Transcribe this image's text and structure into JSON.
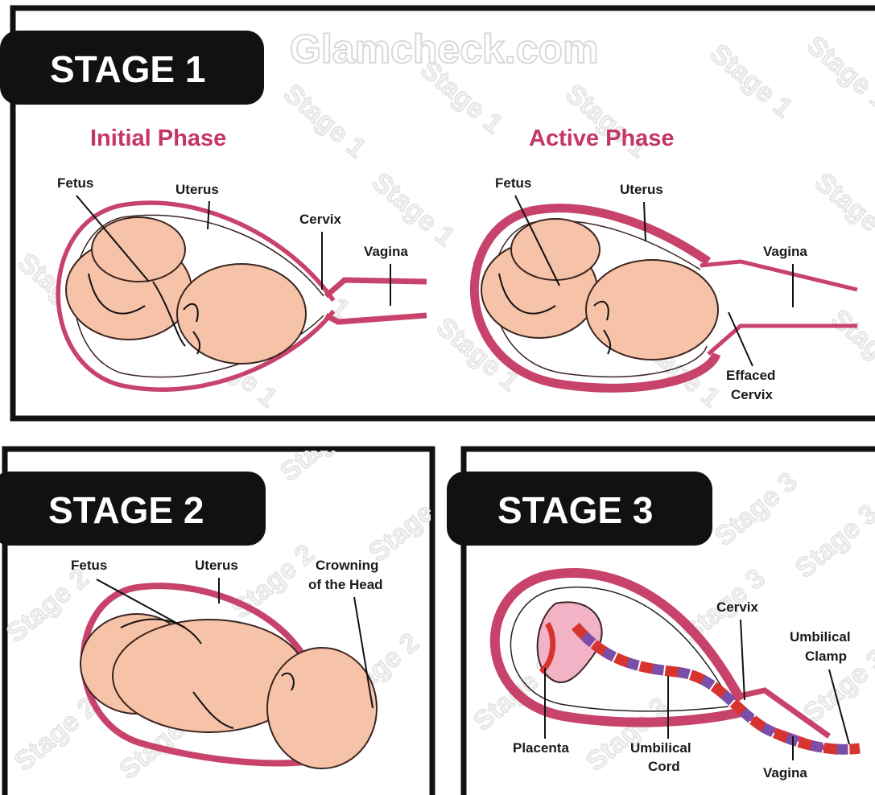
{
  "watermark": {
    "site": "Glamcheck.com",
    "stage1": "Stage 1",
    "stage2": "Stage 2",
    "stage3": "Stage 3"
  },
  "stage1": {
    "title": "STAGE 1",
    "initial": {
      "heading": "Initial Phase",
      "fetus": "Fetus",
      "uterus": "Uterus",
      "cervix": "Cervix",
      "vagina": "Vagina"
    },
    "active": {
      "heading": "Active Phase",
      "fetus": "Fetus",
      "uterus": "Uterus",
      "vagina": "Vagina",
      "effaced_1": "Effaced",
      "effaced_2": "Cervix"
    }
  },
  "stage2": {
    "title": "STAGE 2",
    "fetus": "Fetus",
    "uterus": "Uterus",
    "crowning_1": "Crowning",
    "crowning_2": "of the Head"
  },
  "stage3": {
    "title": "STAGE 3",
    "cervix": "Cervix",
    "clamp_1": "Umbilical",
    "clamp_2": "Clamp",
    "placenta": "Placenta",
    "cord_1": "Umbilical",
    "cord_2": "Cord",
    "vagina": "Vagina"
  },
  "colors": {
    "uterus": "#c8436b",
    "skin": "#f6c2a8",
    "phase_heading": "#c4356a",
    "placenta": "#f2b3c6",
    "cord_red": "#d7332f",
    "cord_purple": "#7b4fa8"
  }
}
